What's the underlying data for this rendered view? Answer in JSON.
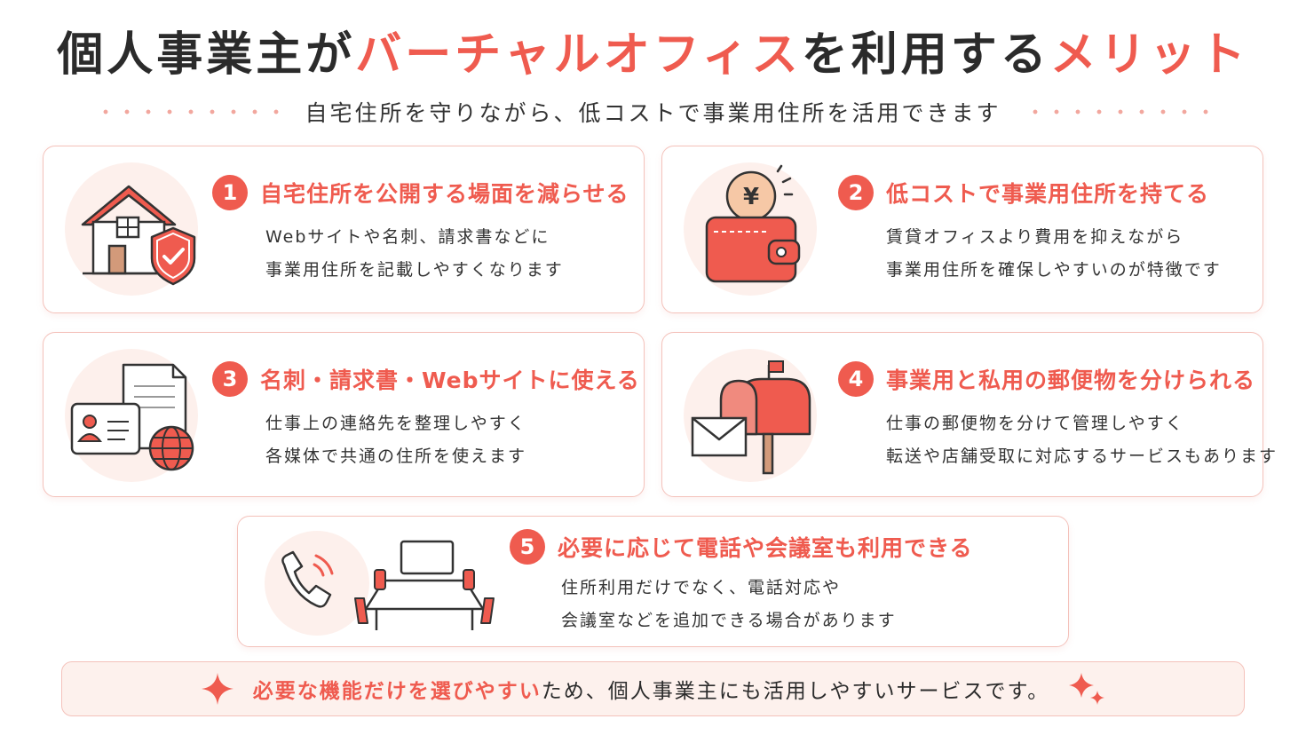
{
  "header": {
    "title_part1": "個人事業主が",
    "title_accent1": "バーチャルオフィス",
    "title_part2": "を利用する",
    "title_accent2": "メリット",
    "subtitle": "自宅住所を守りながら、低コストで事業用住所を活用できます"
  },
  "cards": [
    {
      "number": "1",
      "title": "自宅住所を公開する場面を減らせる",
      "desc_line1": "Webサイトや名刺、請求書などに",
      "desc_line2": "事業用住所を記載しやすくなります",
      "icon": "house-shield-icon"
    },
    {
      "number": "2",
      "title": "低コストで事業用住所を持てる",
      "desc_line1": "賃貸オフィスより費用を抑えながら",
      "desc_line2": "事業用住所を確保しやすいのが特徴です",
      "icon": "wallet-yen-icon"
    },
    {
      "number": "3",
      "title": "名刺・請求書・Webサイトに使える",
      "desc_line1": "仕事上の連絡先を整理しやすく",
      "desc_line2": "各媒体で共通の住所を使えます",
      "icon": "card-document-globe-icon"
    },
    {
      "number": "4",
      "title": "事業用と私用の郵便物を分けられる",
      "desc_line1": "仕事の郵便物を分けて管理しやすく",
      "desc_line2": "転送や店舗受取に対応するサービスもあります",
      "icon": "mailbox-envelope-icon"
    },
    {
      "number": "5",
      "title": "必要に応じて電話や会議室も利用できる",
      "desc_line1": "住所利用だけでなく、電話対応や",
      "desc_line2": "会議室などを追加できる場合があります",
      "icon": "phone-meeting-room-icon"
    }
  ],
  "footer": {
    "accent": "必要な機能だけを選びやすい",
    "text": "ため、個人事業主にも活用しやすいサービスです。"
  },
  "colors": {
    "accent": "#ef5b4f",
    "border": "#f4c2bb",
    "icon_bg": "#fdf0ec",
    "footer_bg": "#fdf1ed"
  }
}
